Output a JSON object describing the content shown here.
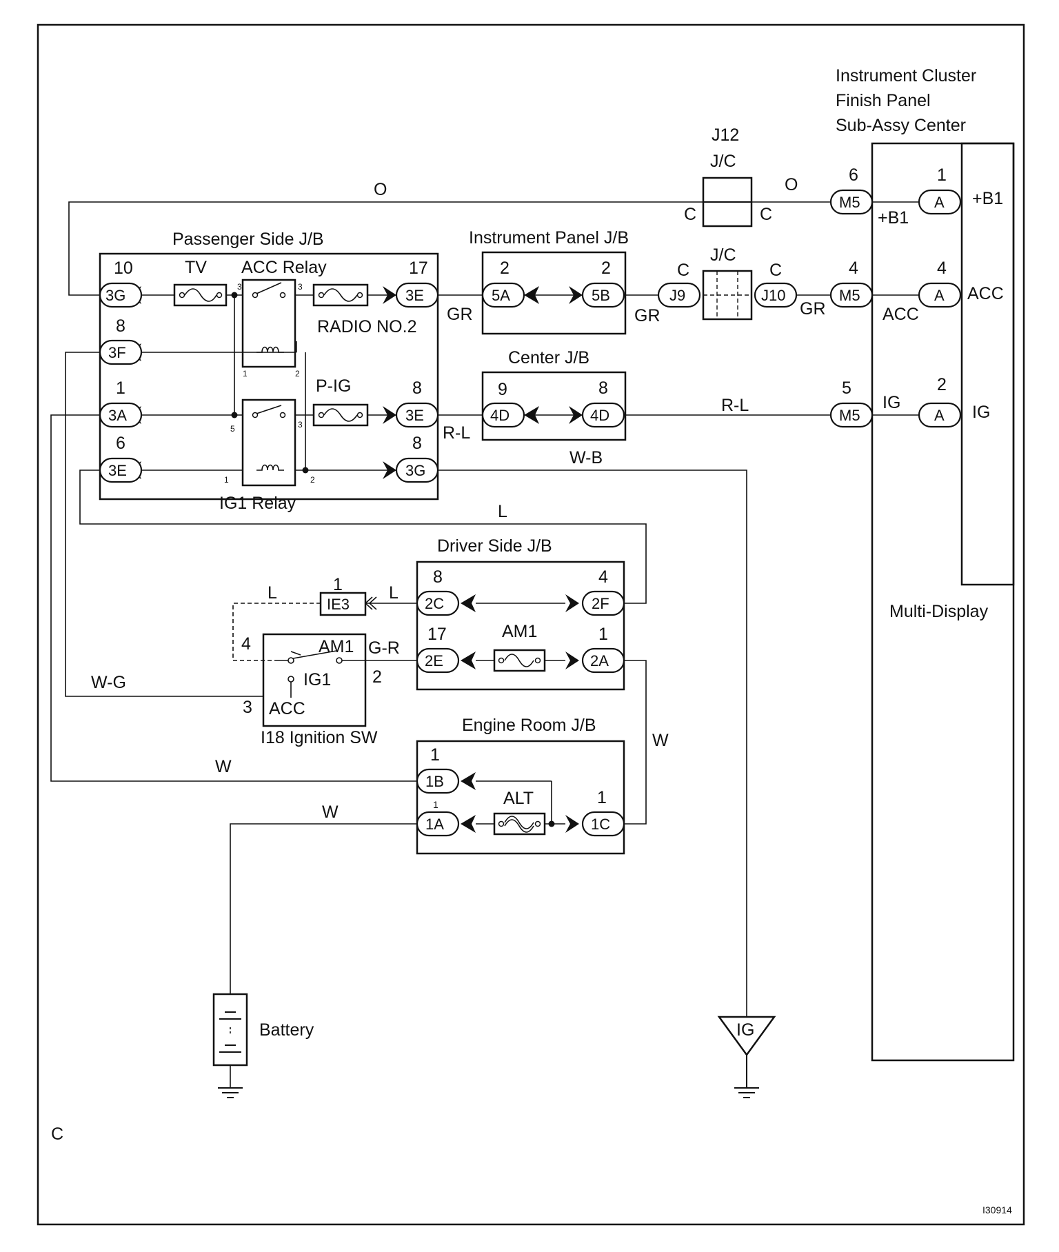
{
  "page_code": "C",
  "figure_id": "I30914",
  "components": {
    "instrument_cluster_line1": "Instrument Cluster",
    "instrument_cluster_line2": "Finish Panel",
    "instrument_cluster_line3": "Sub-Assy Center",
    "multi_display": "Multi-Display",
    "j12": "J12",
    "jc_top": "J/C",
    "jc_mid": "J/C",
    "passenger_jb": "Passenger Side J/B",
    "instrument_panel_jb": "Instrument Panel J/B",
    "center_jb": "Center J/B",
    "driver_jb": "Driver Side J/B",
    "engine_room_jb": "Engine Room J/B",
    "tv_fuse": "TV",
    "acc_relay": "ACC Relay",
    "radio_fuse": "RADIO NO.2",
    "pig_fuse": "P-IG",
    "ig1_relay": "IG1 Relay",
    "am1_fuse": "AM1",
    "alt_fuse": "ALT",
    "ignition_sw": "I18 Ignition SW",
    "sw_am1": "AM1",
    "sw_ig1": "IG1",
    "sw_acc": "ACC",
    "battery": "Battery",
    "ground_ig": "IG"
  },
  "terminals": {
    "b1_in": "+B1",
    "b1_out": "+B1",
    "acc_in": "ACC",
    "acc_out": "ACC",
    "ig_in": "IG",
    "ig_out": "IG"
  },
  "wires": {
    "o_left": "O",
    "o_right": "O",
    "gr1": "GR",
    "gr2": "GR",
    "gr3": "GR",
    "rl1": "R-L",
    "rl2": "R-L",
    "wb": "W-B",
    "l_top": "L",
    "l_a": "L",
    "l_b": "L",
    "gr_sw": "G-R",
    "wg": "W-G",
    "w_right": "W",
    "w_left": "W",
    "w_bottom": "W"
  },
  "connectors": {
    "m5_a": "M5",
    "m5_b": "M5",
    "m5_c": "M5",
    "a_1": "A",
    "a_2": "A",
    "a_3": "A",
    "j9": "J9",
    "j10": "J10",
    "c1": "C",
    "c2": "C",
    "c3": "C",
    "c4": "C",
    "p3g": "3G",
    "p3e": "3E",
    "p3f": "3F",
    "p3a": "3A",
    "p3e2": "3E",
    "p3e3": "3E",
    "p3g2": "3G",
    "i5a": "5A",
    "i5b": "5B",
    "c4d1": "4D",
    "c4d2": "4D",
    "d2c": "2C",
    "d2f": "2F",
    "d2e": "2E",
    "d2a": "2A",
    "e1b": "1B",
    "e1a": "1A",
    "e1c": "1C",
    "ie3": "IE3"
  },
  "pins": {
    "m5_6": "6",
    "a_1": "1",
    "m5_4": "4",
    "a_4": "4",
    "m5_5": "5",
    "a_2": "2",
    "p10": "10",
    "p17": "17",
    "p8a": "8",
    "p1": "1",
    "p8b": "8",
    "p6": "6",
    "p8c": "8",
    "i2a": "2",
    "i2b": "2",
    "c9": "9",
    "c8": "8",
    "d8": "8",
    "d4": "4",
    "d17": "17",
    "d1": "1",
    "ie3_1": "1",
    "sw4": "4",
    "sw2": "2",
    "sw3": "3",
    "e1": "1",
    "e1s": "1",
    "e1c": "1",
    "r_acc_3a": "3",
    "r_acc_3b": "3",
    "r_acc_1": "1",
    "r_acc_2": "2",
    "r_ig_5": "5",
    "r_ig_3": "3",
    "r_ig_1": "1",
    "r_ig_2": "2"
  }
}
